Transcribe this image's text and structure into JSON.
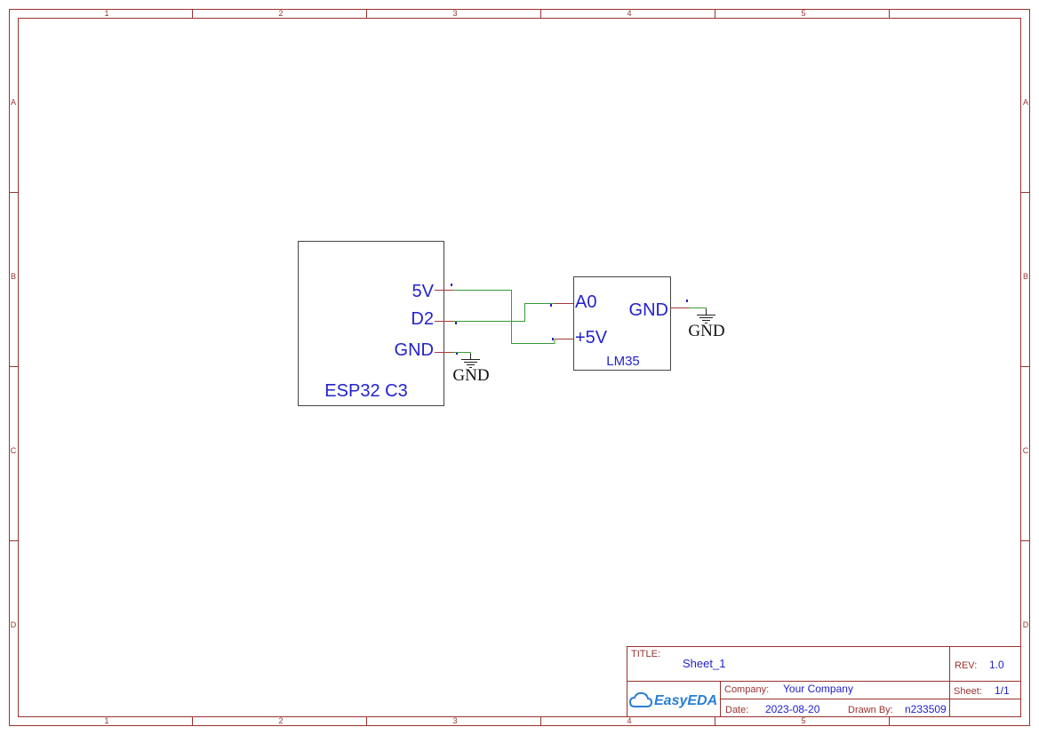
{
  "frame": {
    "columns": [
      "1",
      "2",
      "3",
      "4",
      "5"
    ],
    "rows": [
      "A",
      "B",
      "C",
      "D"
    ]
  },
  "components": {
    "esp32": {
      "name": "ESP32 C3",
      "pins": [
        "5V",
        "D2",
        "GND"
      ]
    },
    "lm35": {
      "name": "LM35",
      "pins_left": [
        "A0",
        "+5V"
      ],
      "pins_right": [
        "GND"
      ]
    }
  },
  "ground_label": "GND",
  "title_block": {
    "title_label": "TITLE:",
    "title_value": "Sheet_1",
    "rev_label": "REV:",
    "rev_value": "1.0",
    "company_label": "Company:",
    "company_value": "Your Company",
    "sheet_label": "Sheet:",
    "sheet_value": "1/1",
    "date_label": "Date:",
    "date_value": "2023-08-20",
    "drawn_label": "Drawn By:",
    "drawn_value": "n233509",
    "logo": "EasyEDA"
  },
  "colors": {
    "frame": "#99322f",
    "wire": "#3a9a3a",
    "pin_text": "#2222cc",
    "logo": "#2a7fd4"
  }
}
